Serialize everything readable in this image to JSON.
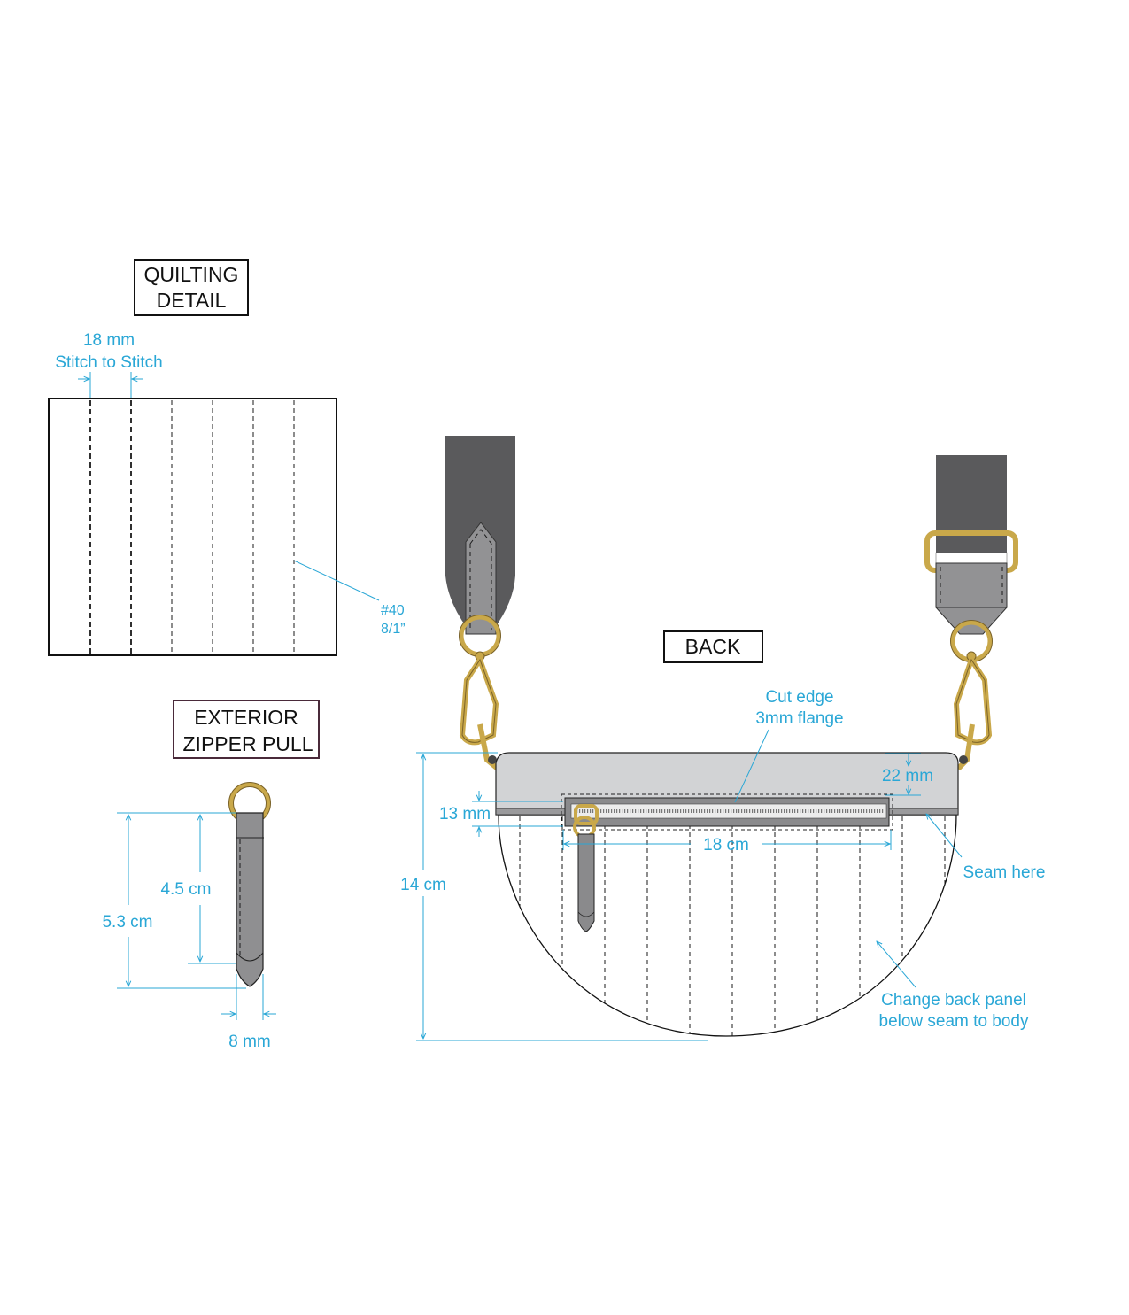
{
  "colors": {
    "dimension": "#2aa7d6",
    "strap_dark": "#5a5a5c",
    "strap_mid": "#929294",
    "body_light": "#d2d3d5",
    "hardware_gold": "#c9a84a",
    "outline": "#1a1a1a"
  },
  "quilting": {
    "title_line1": "QUILTING",
    "title_line2": "DETAIL",
    "spacing_value": "18 mm",
    "spacing_desc": "Stitch to Stitch",
    "thread_line1": "#40",
    "thread_line2": "8/1”"
  },
  "zipper_pull": {
    "title_line1": "EXTERIOR",
    "title_line2": "ZIPPER PULL",
    "inner_length": "4.5 cm",
    "total_length": "5.3 cm",
    "width": "8 mm"
  },
  "back_view": {
    "title": "BACK",
    "cut_edge_line1": "Cut edge",
    "cut_edge_line2": "3mm flange",
    "top_band": "22 mm",
    "zipper_offset": "13 mm",
    "zipper_length": "18 cm",
    "height": "14 cm",
    "seam_note": "Seam here",
    "panel_note_line1": "Change back panel",
    "panel_note_line2": "below seam to body"
  }
}
